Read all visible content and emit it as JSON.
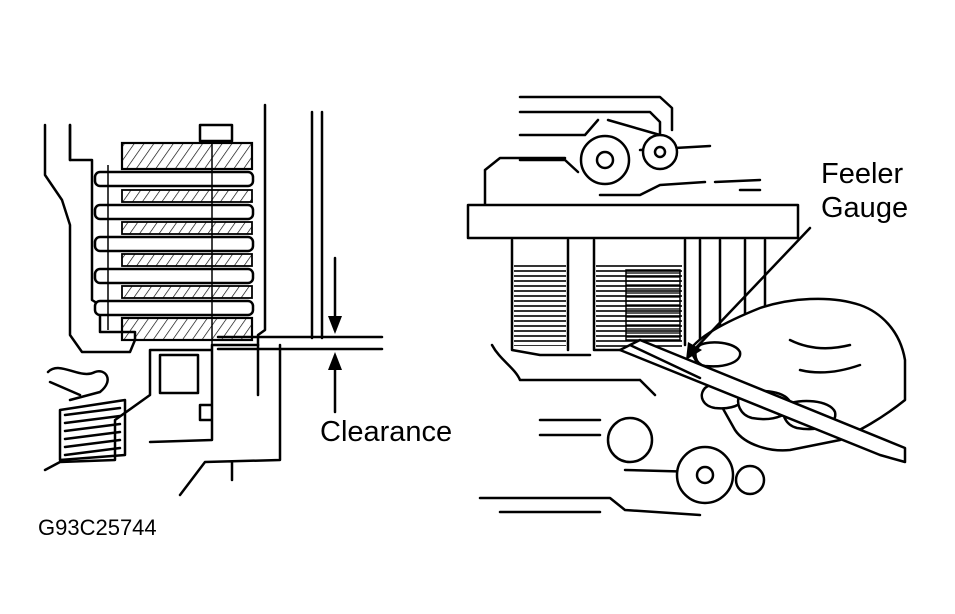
{
  "labels": {
    "clearance": "Clearance",
    "feeler_line1": "Feeler",
    "feeler_line2": "Gauge",
    "figure_code": "G93C25744"
  },
  "colors": {
    "ink": "#000000",
    "paper": "#ffffff"
  }
}
